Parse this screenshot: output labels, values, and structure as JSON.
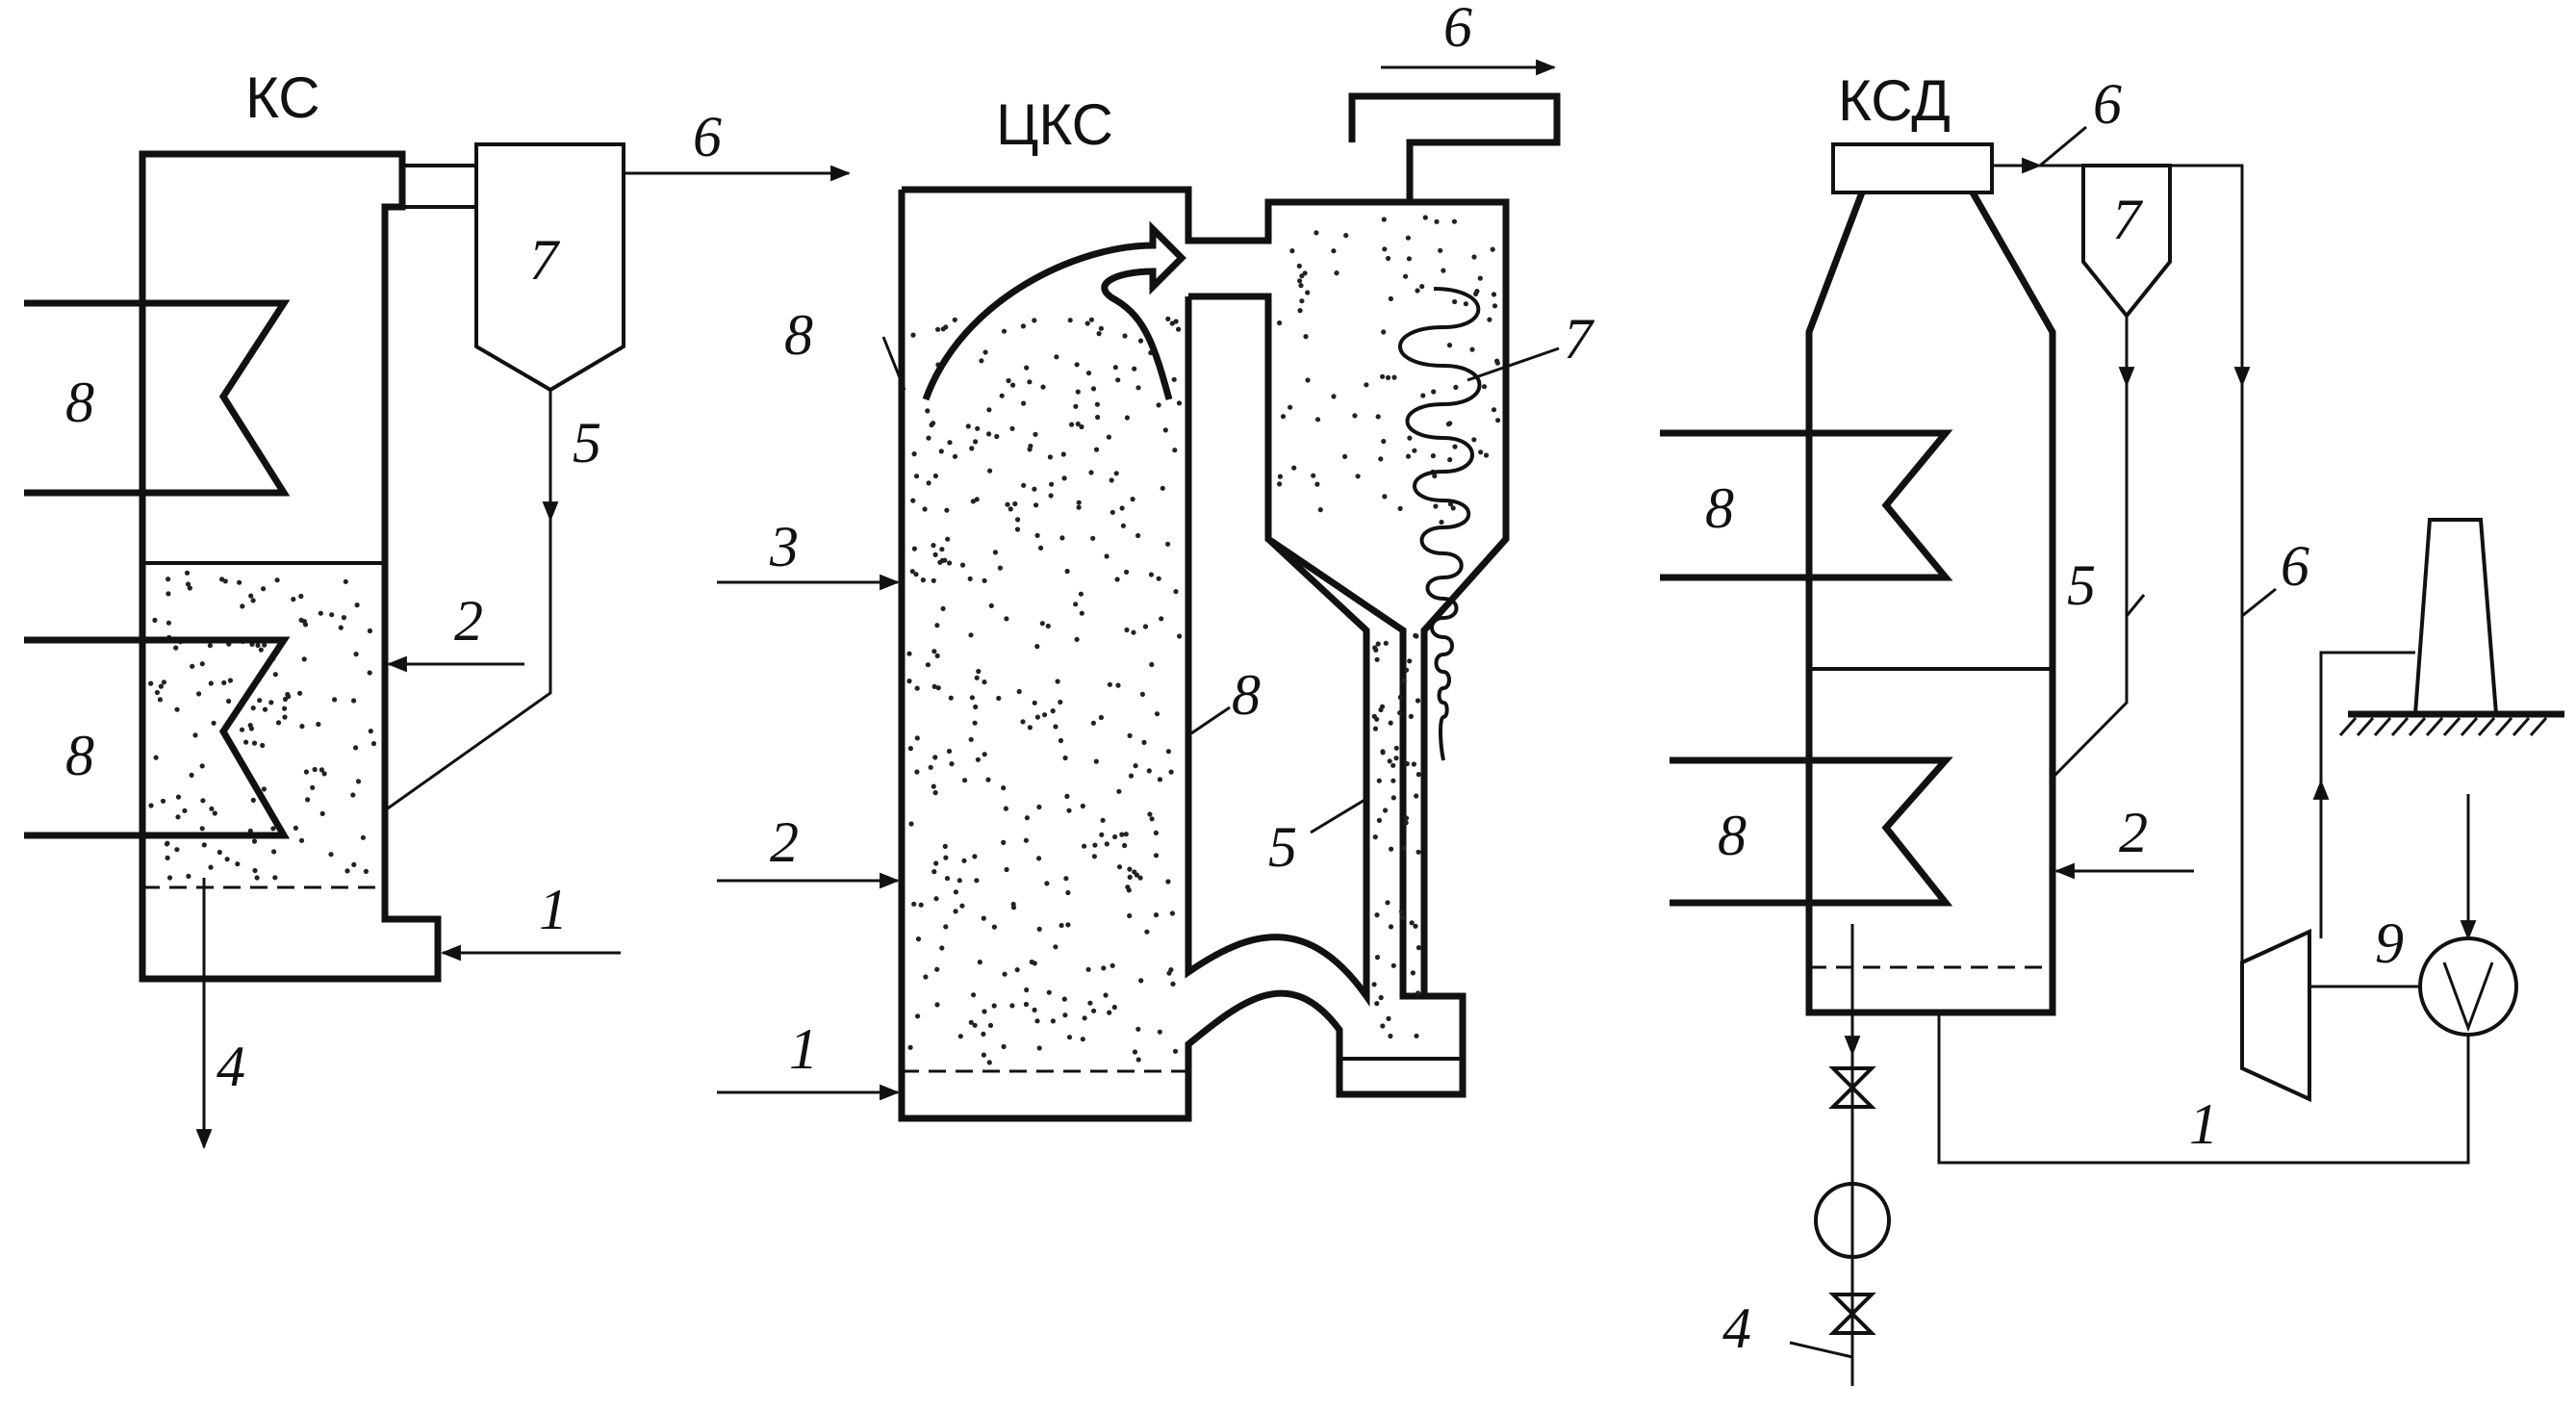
{
  "titles": {
    "ks": "КС",
    "cks": "ЦКС",
    "ksd": "КСД"
  },
  "labels": {
    "one": "1",
    "two": "2",
    "three": "3",
    "four": "4",
    "five": "5",
    "six": "6",
    "seven": "7",
    "eight": "8",
    "nine": "9"
  },
  "colors": {
    "line": "#111111",
    "background": "#ffffff"
  }
}
